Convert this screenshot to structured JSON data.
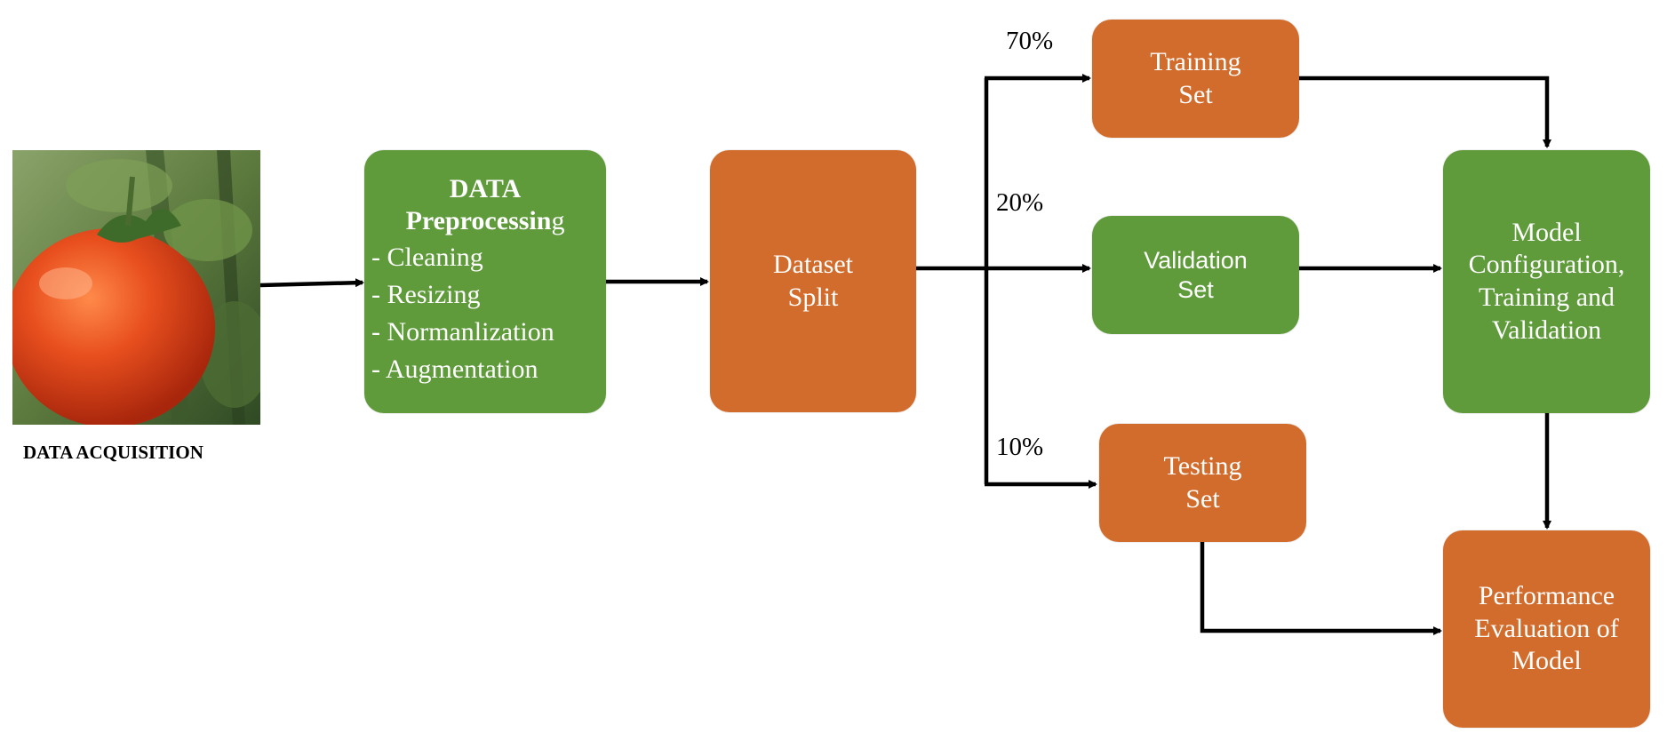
{
  "acquisition": {
    "label": "DATA ACQUISITION",
    "image": "tomato-on-vine-photo"
  },
  "preprocessing": {
    "title_line1": "DATA",
    "title_line2_bold": "Preprocessin",
    "title_line2_tail": "g",
    "steps": [
      "- Cleaning",
      "- Resizing",
      "- Normanlization",
      "- Augmentation"
    ]
  },
  "split": {
    "line1": "Dataset",
    "line2": "Split"
  },
  "training_set": {
    "line1": "Training",
    "line2": "Set",
    "percent": "70%"
  },
  "validation_set": {
    "line1": "Validation",
    "line2": "Set",
    "percent": "20%"
  },
  "testing_set": {
    "line1": "Testing",
    "line2": "Set",
    "percent": "10%"
  },
  "model": {
    "line1": "Model",
    "line2": "Configuration,",
    "line3": "Training and",
    "line4": "Validation"
  },
  "evaluation": {
    "line1": "Performance",
    "line2": "Evaluation of",
    "line3": "Model"
  },
  "colors": {
    "green": "#5f9a3b",
    "orange": "#d26c2c",
    "arrow": "#000000"
  }
}
